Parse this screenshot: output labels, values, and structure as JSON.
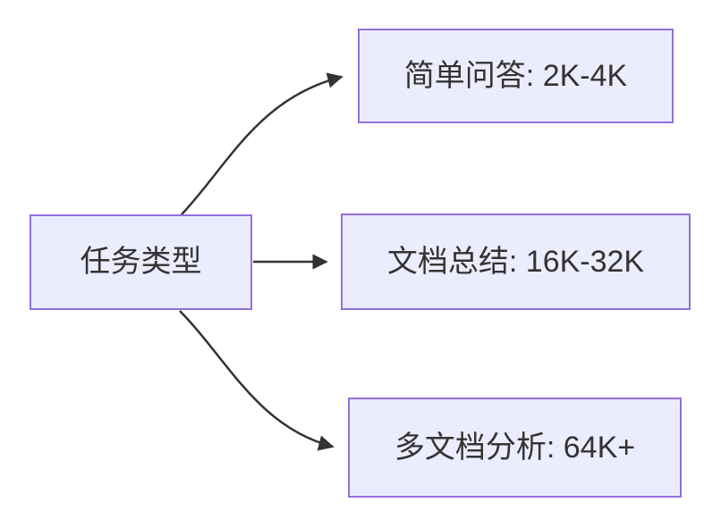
{
  "diagram": {
    "type": "flowchart-left-to-right",
    "colors": {
      "background": "#FFFFFF",
      "node_fill": "#ECECFF",
      "node_border": "#9370DB",
      "edge": "#333333",
      "text": "#333333"
    },
    "root": {
      "label": "任务类型"
    },
    "children": [
      {
        "label": "简单问答: 2K-4K"
      },
      {
        "label": "文档总结: 16K-32K"
      },
      {
        "label": "多文档分析: 64K+"
      }
    ],
    "edges": [
      {
        "from": "任务类型",
        "to": "简单问答: 2K-4K"
      },
      {
        "from": "任务类型",
        "to": "文档总结: 16K-32K"
      },
      {
        "from": "任务类型",
        "to": "多文档分析: 64K+"
      }
    ]
  }
}
